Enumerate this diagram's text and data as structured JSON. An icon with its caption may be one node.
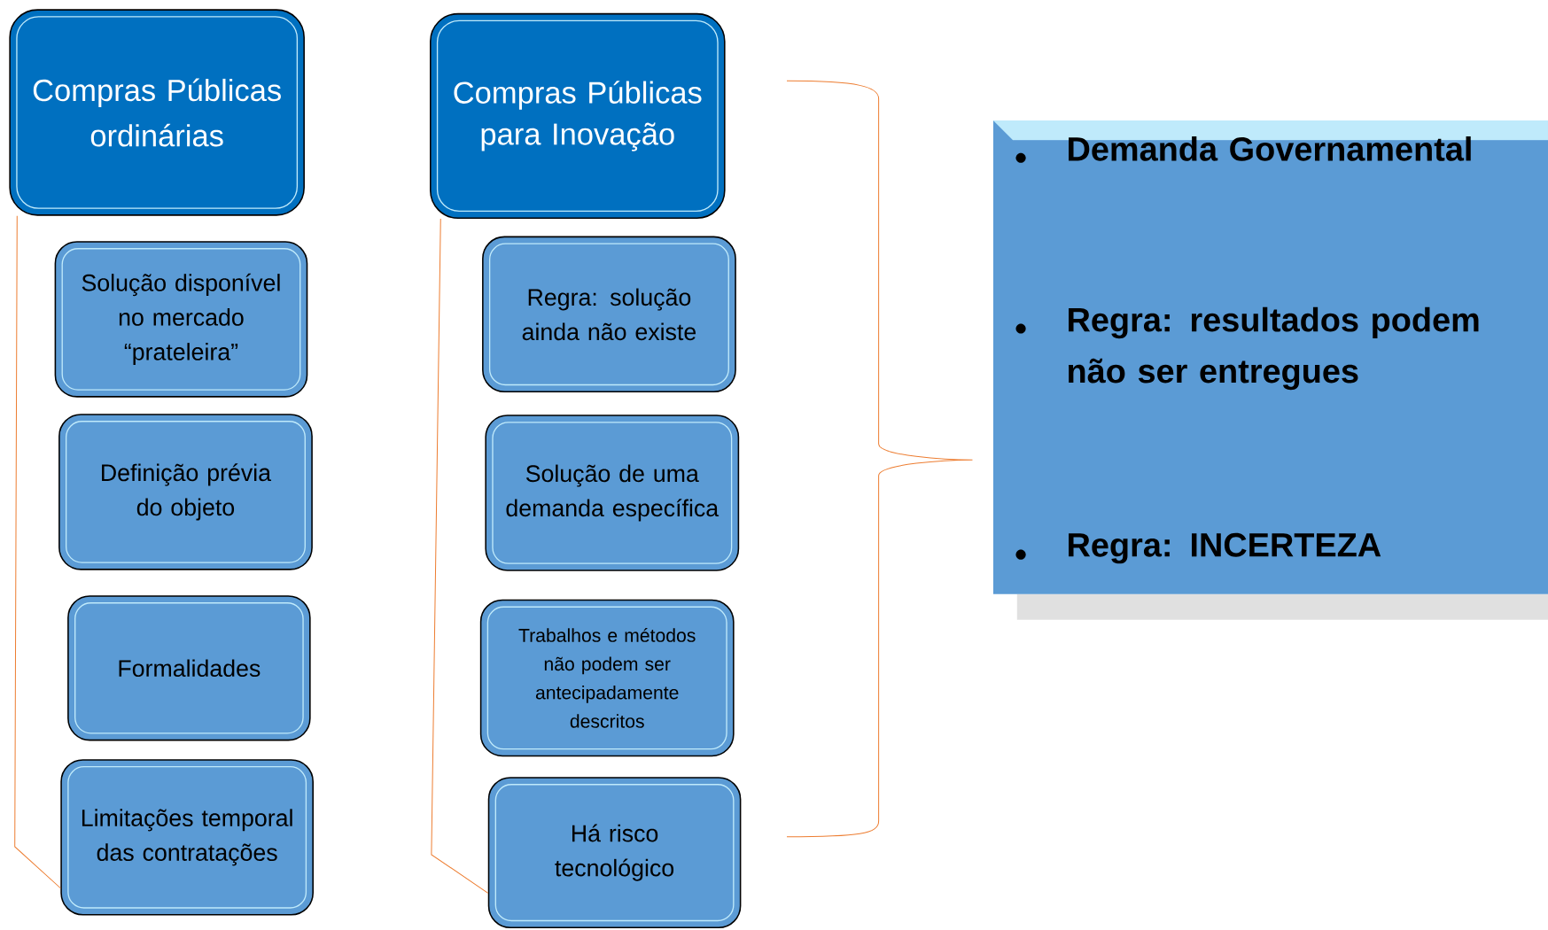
{
  "diagram": {
    "nodes": [
      {
        "text": [
          "Compras Públicas ordinárias"
        ]
      },
      {
        "text": [
          "Solução disponível no mercado “prateleira”"
        ]
      },
      {
        "text": [
          "Definição prévia do objeto"
        ]
      },
      {
        "text": [
          "Formalidades"
        ]
      },
      {
        "text": [
          "Limitações temporal das contratações"
        ]
      },
      {
        "text": [
          "Compras Públicas para Inovação"
        ]
      },
      {
        "text": [
          "Regra: solução ainda não existe"
        ]
      },
      {
        "text": [
          "Solução de uma demanda específica"
        ]
      },
      {
        "text": [
          "Trabalhos e métodos não podem ser antecipadamente descritos"
        ]
      },
      {
        "text": [
          "Há risco tecnológico"
        ]
      },
      {
        "text": [
          "Demanda Governamental",
          "Regra: resultados podem não ser entregues",
          "Regra: INCERTEZA"
        ]
      }
    ],
    "edges": [
      {
        "from": 0,
        "to": 4,
        "arrow": "none"
      },
      {
        "from": 5,
        "to": 9,
        "arrow": "none"
      }
    ]
  }
}
